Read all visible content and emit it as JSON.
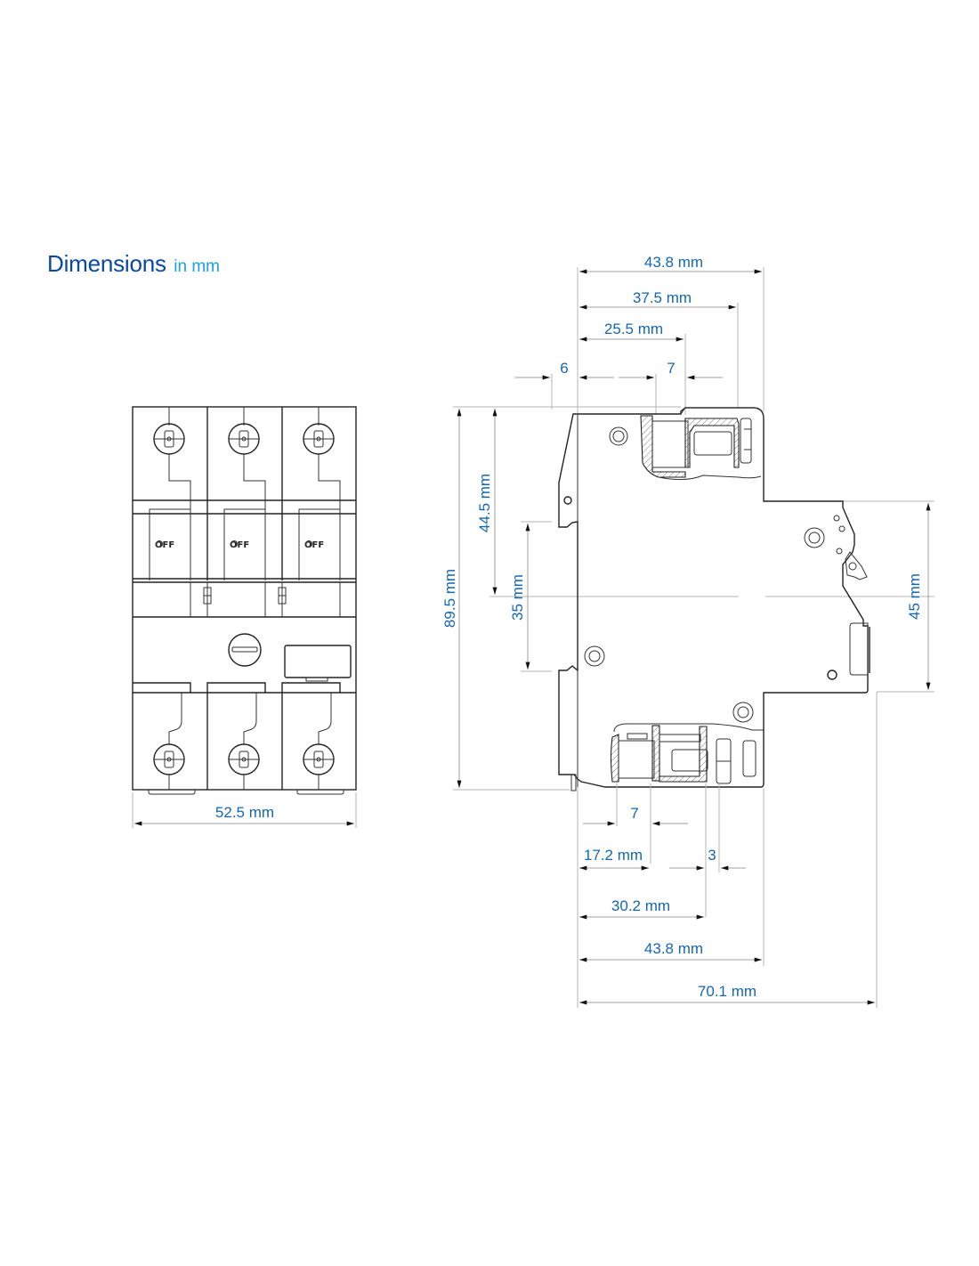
{
  "title": {
    "main": "Dimensions",
    "unit": "in mm"
  },
  "colors": {
    "title": "#0a47a8",
    "unit": "#1aa0e0",
    "dimension_text": "#1467b3",
    "drawing_lines": "#222222",
    "dimension_lines": "#a0a0a0"
  },
  "front_view": {
    "poles": 3,
    "toggle_label": "OFF",
    "width_dimension": "52.5 mm"
  },
  "side_view": {
    "top_dimensions": {
      "overall": "43.8 mm",
      "d37": "37.5 mm",
      "d25": "25.5 mm",
      "d6": "6",
      "d7": "7"
    },
    "left_dimensions": {
      "height": "89.5 mm",
      "to_center": "44.5 mm",
      "din_rail": "35 mm"
    },
    "right_dimensions": {
      "front_height": "45 mm"
    },
    "bottom_dimensions": {
      "d7": "7",
      "d17": "17.2 mm",
      "d3": "3",
      "d30": "30.2 mm",
      "d43": "43.8 mm",
      "overall": "70.1 mm"
    }
  }
}
